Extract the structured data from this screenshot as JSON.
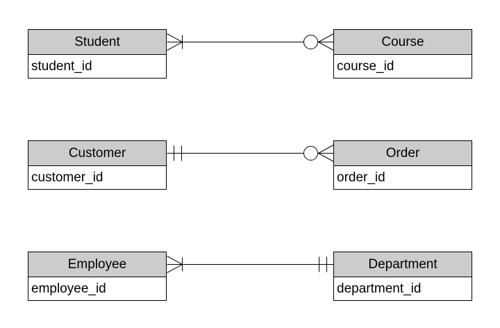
{
  "entities": {
    "student": {
      "name": "Student",
      "attributes": [
        "student_id"
      ]
    },
    "course": {
      "name": "Course",
      "attributes": [
        "course_id"
      ]
    },
    "customer": {
      "name": "Customer",
      "attributes": [
        "customer_id"
      ]
    },
    "order": {
      "name": "Order",
      "attributes": [
        "order_id"
      ]
    },
    "employee": {
      "name": "Employee",
      "attributes": [
        "employee_id"
      ]
    },
    "department": {
      "name": "Department",
      "attributes": [
        "department_id"
      ]
    }
  },
  "relationships": [
    {
      "from": "student",
      "to": "course",
      "from_cardinality": "one-or-many",
      "to_cardinality": "zero-or-many"
    },
    {
      "from": "customer",
      "to": "order",
      "from_cardinality": "exactly-one",
      "to_cardinality": "zero-or-many"
    },
    {
      "from": "employee",
      "to": "department",
      "from_cardinality": "one-or-many",
      "to_cardinality": "exactly-one"
    }
  ],
  "colors": {
    "entity_header_fill": "#cccccc",
    "entity_body_fill": "#ffffff",
    "border": "#000000",
    "connector": "#000000",
    "background": "#ffffff",
    "text": "#000000"
  }
}
